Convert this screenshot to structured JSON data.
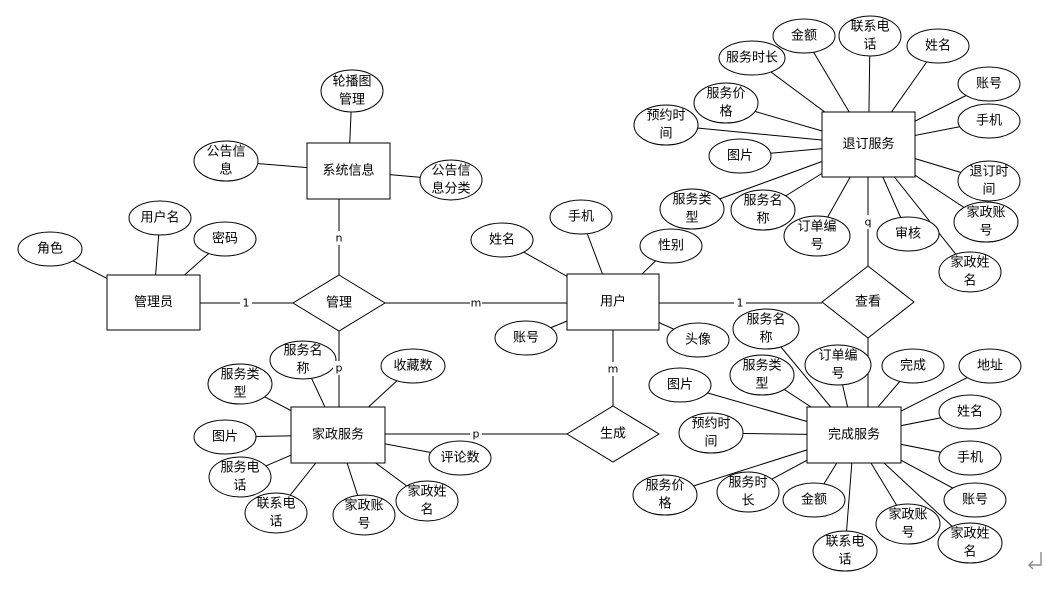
{
  "entities": {
    "admin": "管理员",
    "system_info": "系统信息",
    "user": "用户",
    "service": "家政服务",
    "cancel_service": "退订服务",
    "complete_service": "完成服务"
  },
  "relationships": {
    "manage": "管理",
    "view": "查看",
    "generate": "生成"
  },
  "cardinalities": {
    "admin_manage": "1",
    "sysinfo_manage": "n",
    "user_manage": "m",
    "service_manage": "p",
    "user_view": "1",
    "cancel_view": "q",
    "user_generate": "m",
    "service_generate": "p"
  },
  "attributes": {
    "admin": [
      [
        "角色"
      ],
      [
        "用户名"
      ],
      [
        "密码"
      ]
    ],
    "system_info": [
      [
        "轮播图",
        "管理"
      ],
      [
        "公告信",
        "息"
      ],
      [
        "公告信",
        "息分类"
      ]
    ],
    "user": [
      [
        "姓名"
      ],
      [
        "手机"
      ],
      [
        "性别"
      ],
      [
        "账号"
      ],
      [
        "头像"
      ]
    ],
    "service": [
      [
        "服务类",
        "型"
      ],
      [
        "服务名",
        "称"
      ],
      [
        "收藏数"
      ],
      [
        "图片"
      ],
      [
        "服务电",
        "话"
      ],
      [
        "联系电",
        "话"
      ],
      [
        "家政账",
        "号"
      ],
      [
        "家政姓",
        "名"
      ],
      [
        "评论数"
      ]
    ],
    "cancel_service": [
      [
        "金额"
      ],
      [
        "联系电",
        "话"
      ],
      [
        "姓名"
      ],
      [
        "服务时长"
      ],
      [
        "账号"
      ],
      [
        "服务价",
        "格"
      ],
      [
        "手机"
      ],
      [
        "预约时",
        "间"
      ],
      [
        "图片"
      ],
      [
        "退订时",
        "间"
      ],
      [
        "服务类",
        "型"
      ],
      [
        "服务名",
        "称"
      ],
      [
        "订单编",
        "号"
      ],
      [
        "审核"
      ],
      [
        "家政账",
        "号"
      ],
      [
        "家政姓",
        "名"
      ]
    ],
    "complete_service": [
      [
        "服务名",
        "称"
      ],
      [
        "订单编",
        "号"
      ],
      [
        "完成"
      ],
      [
        "地址"
      ],
      [
        "图片"
      ],
      [
        "服务类",
        "型"
      ],
      [
        "姓名"
      ],
      [
        "预约时",
        "间"
      ],
      [
        "手机"
      ],
      [
        "服务价",
        "格"
      ],
      [
        "服务时",
        "长"
      ],
      [
        "金额"
      ],
      [
        "账号"
      ],
      [
        "家政账",
        "号"
      ],
      [
        "联系电",
        "话"
      ],
      [
        "家政姓",
        "名"
      ]
    ]
  }
}
